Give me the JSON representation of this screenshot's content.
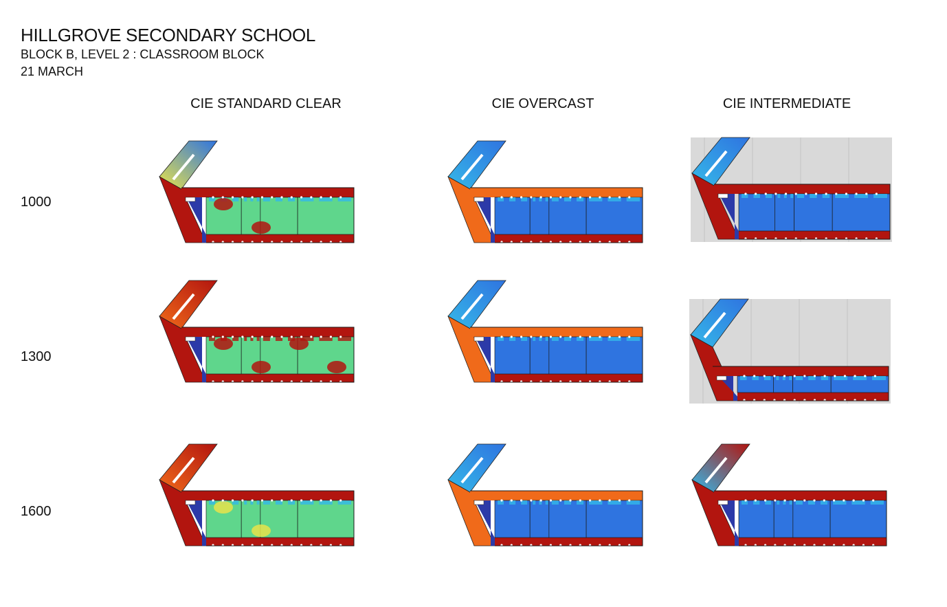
{
  "header": {
    "title": "HILLGROVE SECONDARY SCHOOL",
    "subtitle": "BLOCK B, LEVEL 2 : CLASSROOM BLOCK",
    "date": "21 MARCH"
  },
  "columns": [
    "CIE STANDARD CLEAR",
    "CIE OVERCAST",
    "CIE INTERMEDIATE"
  ],
  "rows": [
    "1000",
    "1300",
    "1600"
  ],
  "colors": {
    "hot": "#b2150f",
    "warm": "#f06a1a",
    "yellow": "#e8e34a",
    "green": "#5fd68c",
    "cyan": "#35b8e8",
    "blue": "#2f74e0",
    "deep": "#2c3aa8",
    "context": "#d9d9d9"
  }
}
